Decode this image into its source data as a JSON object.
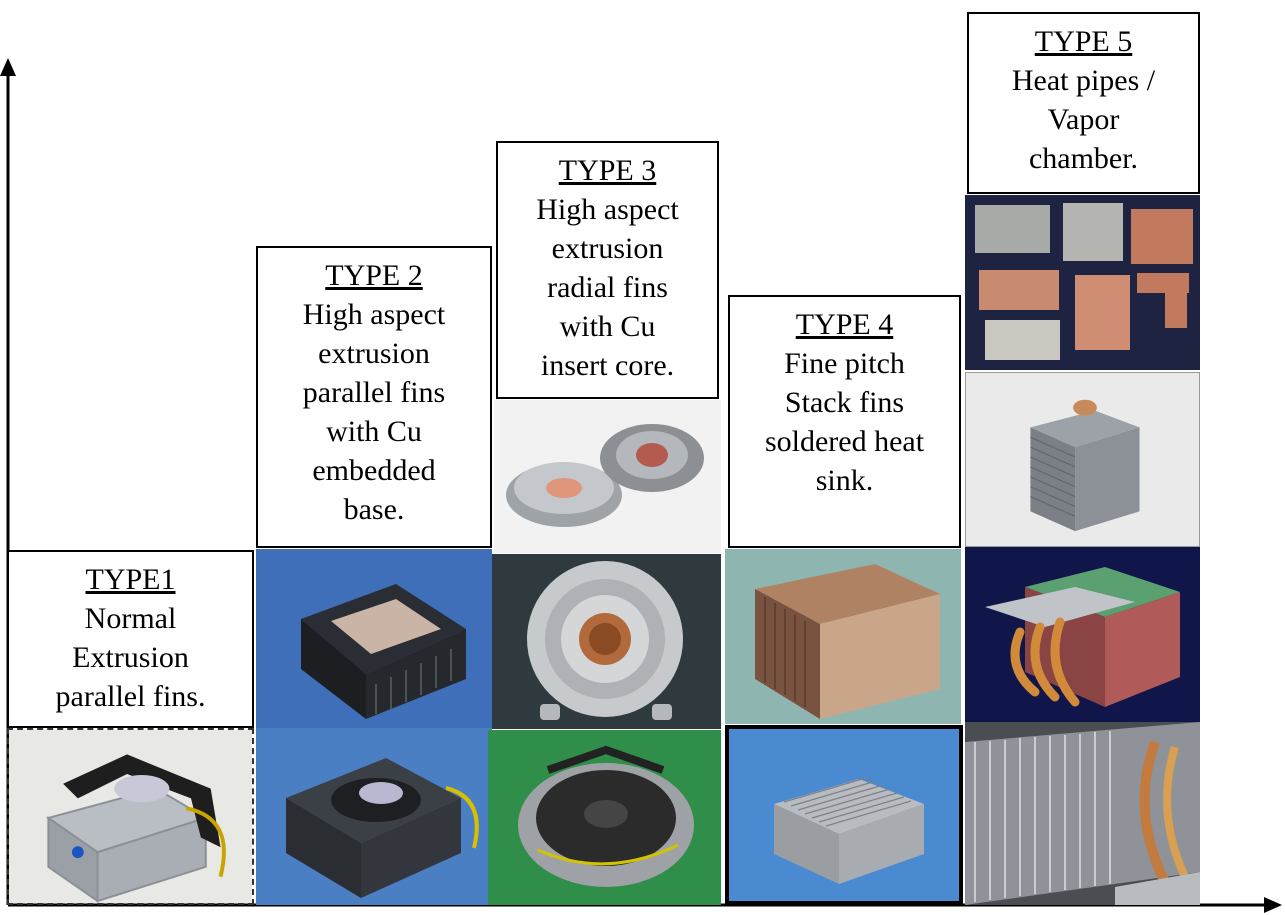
{
  "columns": [
    {
      "id": "type1",
      "title": "TYPE1",
      "description": "Normal\nExtrusion\nparallel fins.",
      "images": [
        {
          "name": "type1-photo-1",
          "depicts": "fan-heatsink-icon",
          "bg": "#e8e8e4",
          "metal": "#b9bec4"
        }
      ]
    },
    {
      "id": "type2",
      "title": "TYPE 2",
      "description": "High aspect\nextrusion\nparallel fins\nwith Cu\nembedded\nbase.",
      "images": [
        {
          "name": "type2-photo-1",
          "depicts": "heatsink-cu-base-icon",
          "bg": "#3f6fb8",
          "metal": "#2a2d33"
        },
        {
          "name": "type2-photo-2",
          "depicts": "fan-heatsink-icon",
          "bg": "#4a7fc4",
          "metal": "#3b3f46"
        }
      ]
    },
    {
      "id": "type3",
      "title": "TYPE 3",
      "description": "High aspect\nextrusion\nradial fins\nwith Cu\ninsert core.",
      "images": [
        {
          "name": "type3-photo-1",
          "depicts": "radial-heatsink-pair-icon",
          "bg": "#f2f2f2",
          "metal": "#9ea3a8"
        },
        {
          "name": "type3-photo-2",
          "depicts": "radial-heatsink-icon",
          "bg": "#2f3a3f",
          "metal": "#c7cacc"
        },
        {
          "name": "type3-photo-3",
          "depicts": "radial-fan-heatsink-icon",
          "bg": "#2f8f4a",
          "metal": "#2b2b2b"
        }
      ]
    },
    {
      "id": "type4",
      "title": "TYPE 4",
      "description": "Fine pitch\nStack fins\nsoldered heat\nsink.",
      "images": [
        {
          "name": "type4-photo-1",
          "depicts": "stacked-fin-heatsink-icon",
          "bg": "#8fb5b0",
          "metal": "#b08264"
        },
        {
          "name": "type4-photo-2",
          "depicts": "fin-block-icon",
          "bg": "#4a8ad0",
          "metal": "#b8bcc0"
        }
      ]
    },
    {
      "id": "type5",
      "title": "TYPE 5",
      "description": "Heat pipes /\nVapor\nchamber.",
      "images": [
        {
          "name": "type5-photo-1",
          "depicts": "vapor-chamber-parts-icon",
          "bg": "#1d2340",
          "metal": "#c27a5e"
        },
        {
          "name": "type5-photo-2",
          "depicts": "heatpipe-tower-icon",
          "bg": "#eaeaea",
          "metal": "#9da2a8"
        },
        {
          "name": "type5-photo-3",
          "depicts": "heatpipe-3d-model-icon",
          "bg": "#10164a",
          "metal": "#d08a3a"
        },
        {
          "name": "type5-photo-4",
          "depicts": "heatpipe-closeup-icon",
          "bg": "#4a4d52",
          "metal": "#c9ccd0"
        }
      ]
    }
  ]
}
